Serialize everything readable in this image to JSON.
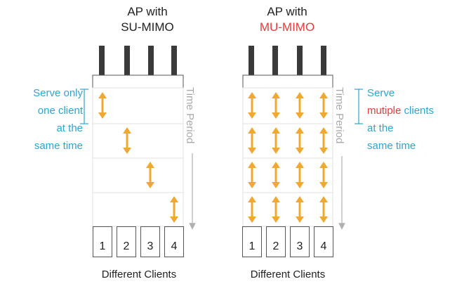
{
  "left": {
    "title_line1": "AP with",
    "title_line2": "SU-MIMO",
    "side_lines": [
      "Serve only",
      "one client",
      "at the",
      "same time"
    ],
    "footer": "Different Clients",
    "clients": [
      "1",
      "2",
      "3",
      "4"
    ]
  },
  "right": {
    "title_line1": "AP with",
    "title_line2": "MU-MIMO",
    "side_line1": "Serve",
    "side_line2_red": "mutiple",
    "side_line2_rest": " clients",
    "side_line3": "at the",
    "side_line4": "same time",
    "footer": "Different Clients",
    "clients": [
      "1",
      "2",
      "3",
      "4"
    ]
  },
  "time_label": "Time Period",
  "colors": {
    "blue": "#2aa6d6",
    "red": "#e83b3b",
    "arrow": "#f0a830",
    "antenna": "#3a3a3a",
    "grid": "#d8d8d8"
  }
}
